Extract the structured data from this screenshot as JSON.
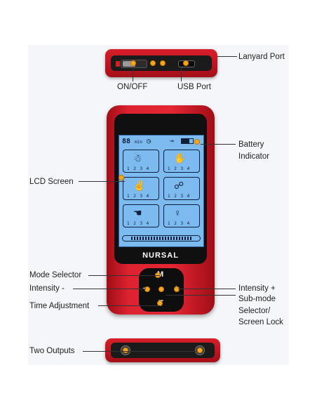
{
  "labels": {
    "lanyard_port": "Lanyard Port",
    "on_off": "ON/OFF",
    "usb_port": "USB Port",
    "battery_indicator": "Battery\nIndicator",
    "lcd_screen": "LCD Screen",
    "mode_selector": "Mode Selector",
    "intensity_minus": "Intensity -",
    "time_adjustment": "Time Adjustment",
    "intensity_plus": "Intensity +",
    "sub_mode": "Sub-mode\nSelector/\nScreen Lock",
    "two_outputs": "Two Outputs"
  },
  "device": {
    "brand": "NURSAL",
    "lcd_digits": "88",
    "lcd_digits_unit": "min",
    "cell_numbers": "1 2 3 4",
    "keys": {
      "mode": "M",
      "minus": "−",
      "plus": "+",
      "time": "T"
    }
  },
  "colors": {
    "accent_dot": "#f5a623",
    "device_red": "#e52634",
    "lcd_blue": "#7dbaf0"
  },
  "icons": [
    "clock-icon",
    "key-icon",
    "battery-icon",
    "body-figure-icon"
  ]
}
